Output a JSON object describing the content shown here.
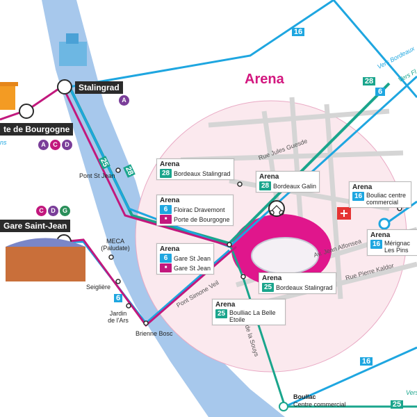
{
  "map": {
    "title": "Arena",
    "zone_color": "#fbe9ee",
    "river_color": "#a7c8ec",
    "colors": {
      "teal": "#1aa58c",
      "blue": "#1ea6e0",
      "pink": "#c2187d",
      "title": "#d3177f"
    },
    "major_stations": {
      "stalingrad": {
        "name": "Stalingrad",
        "trams": [
          "A"
        ]
      },
      "porte_bourgogne": {
        "name": "te de Bourgogne",
        "trams": [
          "A",
          "C",
          "D"
        ]
      },
      "gare_saint_jean": {
        "name": "Gare Saint-Jean",
        "trams": [
          "C",
          "D",
          "G"
        ]
      }
    },
    "stops": {
      "arena1": {
        "title": "Arena",
        "line": "28",
        "dest": "Bordeaux Stalingrad"
      },
      "arena2": {
        "title": "Arena",
        "line": "28",
        "dest": "Bordeaux Galin"
      },
      "arena3": {
        "title": "Arena",
        "line": "6",
        "dest": "Floirac Dravemont",
        "pink_dest": "Porte de Bourgogne",
        "pink_icon": "bus-icon"
      },
      "arena4": {
        "title": "Arena",
        "line": "6",
        "dest1": "Gare St Jean",
        "dest2": "Gare St Jean",
        "pink_icon": "bus-icon"
      },
      "arena5": {
        "title": "Arena",
        "line": "25",
        "dest": "Bordeaux Stalingrad"
      },
      "arena6": {
        "title": "Arena",
        "line": "25",
        "dest": "Boulliac La Belle Etoile"
      },
      "arena7": {
        "title": "Arena",
        "line": "16",
        "dest": "Bouliac centre commercial"
      },
      "arena8": {
        "title": "Arena",
        "line": "16",
        "dest": "Mérignac Les Pins"
      }
    },
    "streets": {
      "jules_guesde": "Rue Jules Guesde",
      "jean_alfonsea": "Av. Jean Alfonsea",
      "pierre_kaldor": "Rue Pierre Kaldor",
      "simone_veil": "Pont Simone Veil",
      "souys": "Quai de la Souys"
    },
    "places": {
      "pont_st_jean": "Pont St Jean",
      "meca": "MECA (Paludate)",
      "seigliere": "Seiglière",
      "jardin_ars": "Jardin de l'Ars",
      "brienne_bosc": "Brienne Bosc",
      "boullac": "Boullac",
      "centre_commercial": "Centre commercial"
    },
    "directions": {
      "vers_bordeaux": "Vers Bordeaux",
      "vers_f": "Vers Fl",
      "vers_bottom": "Vers",
      "bordeaux_fragment": "ns"
    },
    "line_labels": {
      "l16a": "16",
      "l16b": "16",
      "l28": "28",
      "l6": "6",
      "l25a": "25",
      "l25b": "25",
      "l28b": "28",
      "l6b": "6"
    }
  }
}
